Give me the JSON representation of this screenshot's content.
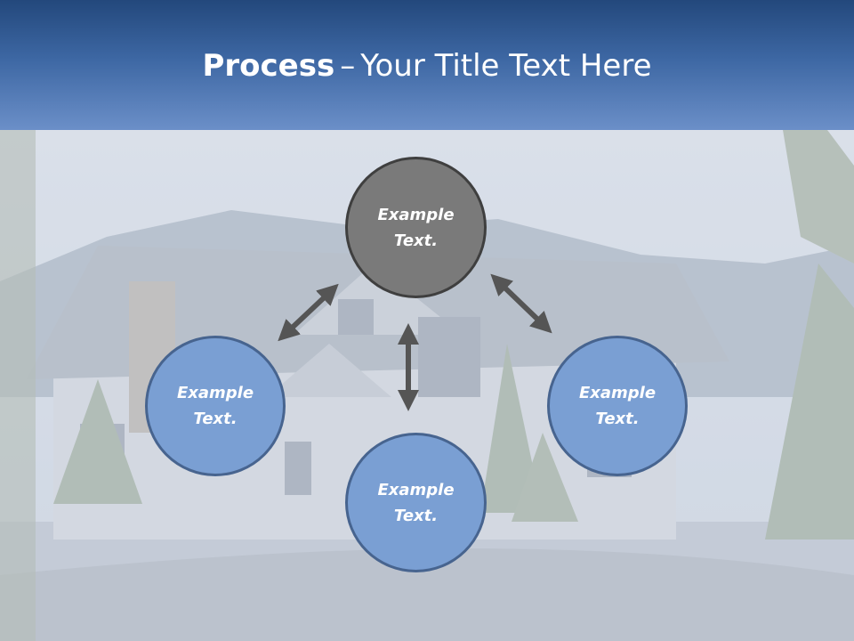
{
  "slide": {
    "title_bold": "Process",
    "title_sep": "–",
    "title_rest": "Your Title Text Here"
  },
  "diagram": {
    "center": {
      "label": "Example\nText."
    },
    "left": {
      "label": "Example\nText."
    },
    "bottom": {
      "label": "Example\nText."
    },
    "right": {
      "label": "Example\nText."
    }
  },
  "colors": {
    "header_dark": "#23487c",
    "header_light": "#6b8fc8",
    "center_fill": "#7a7a7a",
    "outer_fill": "#7a9fd3",
    "arrow": "#555555"
  }
}
